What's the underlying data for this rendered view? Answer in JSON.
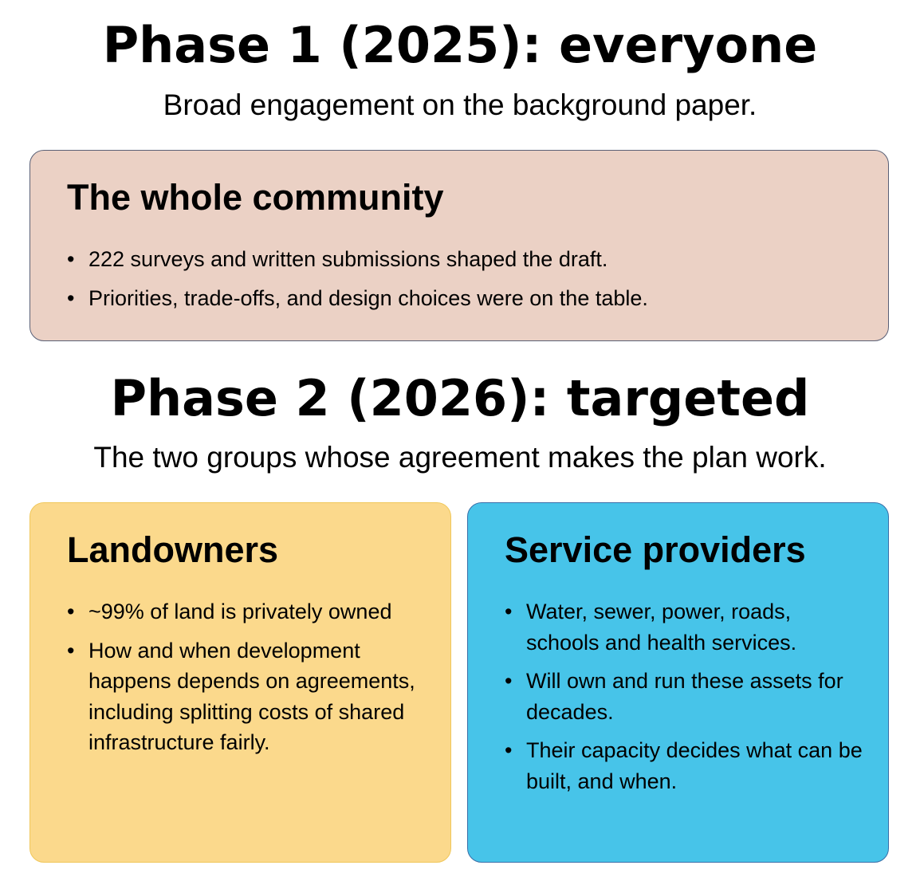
{
  "phase1": {
    "title": "Phase 1 (2025): everyone",
    "subtitle": "Broad engagement on the background paper."
  },
  "community_box": {
    "heading": "The whole community",
    "bullets": [
      "222 surveys and written submissions shaped the draft.",
      "Priorities, trade-offs, and design choices were on the table."
    ],
    "fill": "#ebd1c5",
    "border": "#5a6076"
  },
  "phase2": {
    "title": "Phase 2 (2026): targeted",
    "subtitle": "The two groups whose agreement makes the plan work."
  },
  "landowners_box": {
    "heading": "Landowners",
    "bullets": [
      "~99% of land is privately owned",
      "How and when development happens depends on agreements, including splitting costs of shared infrastructure fairly."
    ],
    "fill": "#fbd98c",
    "border": "#f0c75a"
  },
  "providers_box": {
    "heading": "Service providers",
    "bullets": [
      "Water, sewer, power, roads, schools and health services.",
      "Will own and run these assets for decades.",
      "Their capacity decides what can be built, and when."
    ],
    "fill": "#47c4e9",
    "border": "#3a6fa8"
  },
  "bullet_glyph": "•"
}
